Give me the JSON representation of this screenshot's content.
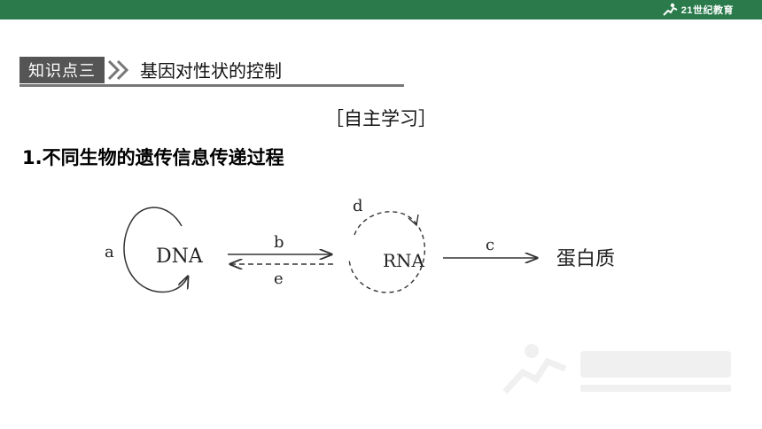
{
  "header": {
    "logo_text": "21世纪教育"
  },
  "section": {
    "tag": "知识点三",
    "title": "基因对性状的控制"
  },
  "study_label": "［自主学习］",
  "heading": "1.不同生物的遗传信息传递过程",
  "diagram": {
    "nodes": {
      "dna": "DNA",
      "rna": "RNA",
      "protein": "蛋白质"
    },
    "labels": {
      "a": "a",
      "b": "b",
      "c": "c",
      "d": "d",
      "e": "e"
    }
  },
  "colors": {
    "top_bar": "#2a7a4b",
    "tag_bg": "#555555"
  }
}
